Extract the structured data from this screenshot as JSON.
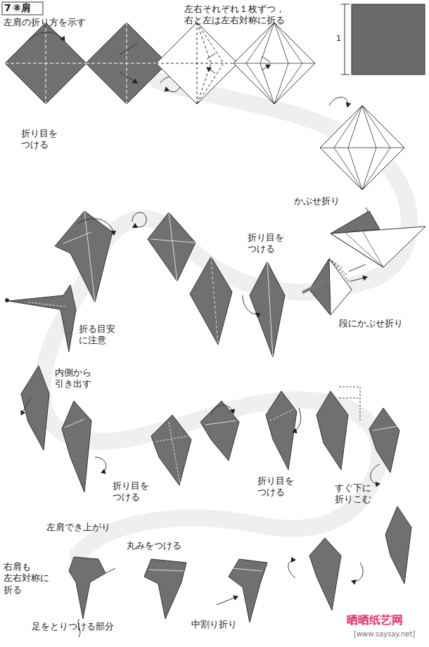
{
  "diagram": {
    "title": "⑧肩",
    "labels": [
      "7",
      "左肩の折り方を示す",
      "左右それぞれ１枚ずつ， 右と左は左右対称に折る",
      "1",
      "折り目を つける",
      "かぶせ折り",
      "折り目を つける",
      "段にかぶせ折り",
      "折る目安 に注意",
      "内側から 引き出す",
      "折り目を つける",
      "折り目を つける",
      "すぐ下に 折りこむ",
      "左肩でき上がり",
      "丸みをつける",
      "右肩も 左右対称に 折る",
      "足をとりつける部分",
      "中割り折り",
      "晒晒纸艺网",
      "[www.saysay.net]"
    ]
  }
}
